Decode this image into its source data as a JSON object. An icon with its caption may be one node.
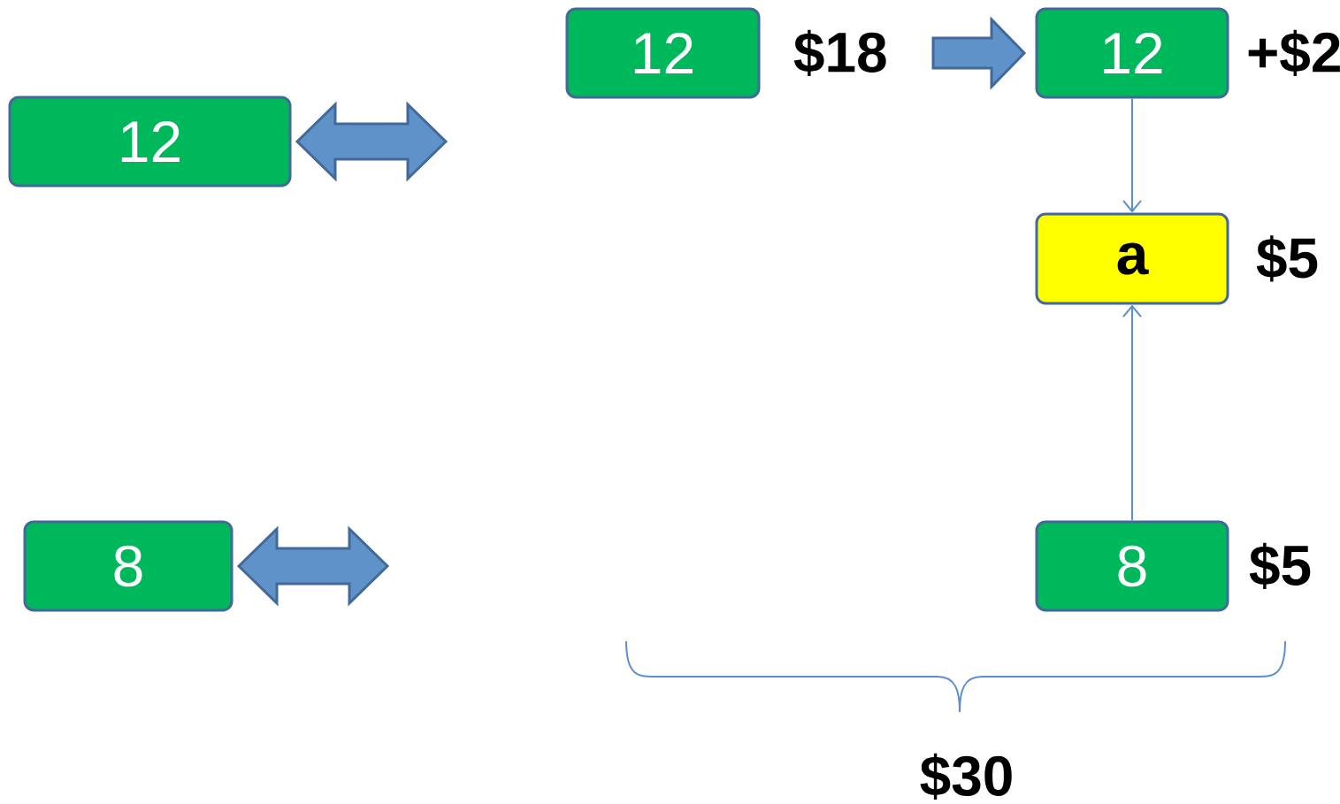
{
  "diagram": {
    "nodes": [
      {
        "text": [
          "12"
        ]
      },
      {
        "text": [
          "8"
        ]
      },
      {
        "text": [
          "12"
        ],
        "beside": [
          "$18"
        ]
      },
      {
        "text": [
          "12"
        ],
        "beside": [
          "+$2"
        ]
      },
      {
        "text": [
          "a"
        ],
        "beside": [
          "$5"
        ]
      },
      {
        "text": [
          "8"
        ],
        "beside": [
          "$5"
        ]
      }
    ],
    "edges": [
      {
        "from": 0,
        "to": null,
        "arrow": "both",
        "style": "thick"
      },
      {
        "from": 1,
        "to": null,
        "arrow": "both",
        "style": "thick"
      },
      {
        "from": 2,
        "to": 3,
        "arrow": "to",
        "style": "thick"
      },
      {
        "from": 3,
        "to": 4,
        "arrow": "to"
      },
      {
        "from": 5,
        "to": 4,
        "arrow": "to"
      }
    ],
    "labels": [
      "$30"
    ]
  }
}
